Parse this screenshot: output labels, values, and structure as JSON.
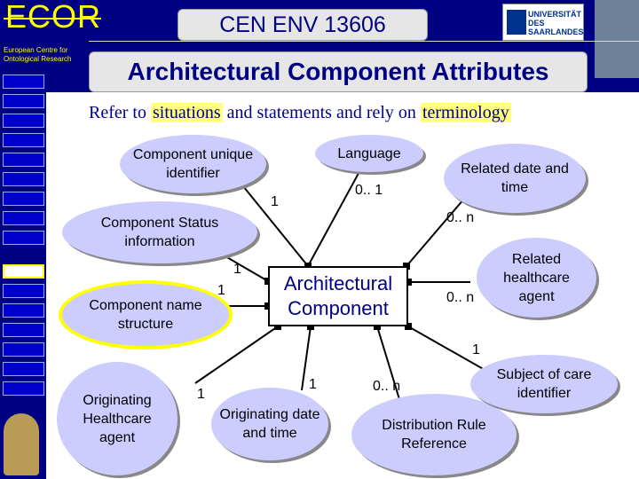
{
  "logo": {
    "text": "ECOR",
    "tagline": "European Centre for Ontological Research"
  },
  "header": {
    "badge": "CEN ENV 13606",
    "title": "Architectural Component Attributes",
    "university": "UNIVERSITÄT DES SAARLANDES"
  },
  "intro": {
    "prefix": "Refer to ",
    "situations": "situations",
    "middle": " and statements and rely on ",
    "terminology": "terminology"
  },
  "diagram": {
    "center": "Architectural Component",
    "nodes": {
      "uid": "Component unique identifier",
      "language": "Language",
      "datetime": "Related date and time",
      "status": "Component Status information",
      "healthcare_agent": "Related healthcare agent",
      "name_structure": "Component name structure",
      "originating_agent": "Originating Healthcare agent",
      "originating_date": "Originating date and time",
      "distribution": "Distribution Rule Reference",
      "subject": "Subject of care identifier"
    },
    "multiplicities": {
      "uid": "1",
      "language": "0.. 1",
      "datetime": "0.. n",
      "status": "1",
      "name": "1",
      "healthcare_agent": "0.. n",
      "subject": "1",
      "originating_agent": "1",
      "originating_date": "1",
      "distribution": "0.. n"
    }
  },
  "colors": {
    "background": "#000082",
    "node_fill": "#ccccff",
    "highlight": "#ffff80",
    "accent": "#ffff00"
  }
}
